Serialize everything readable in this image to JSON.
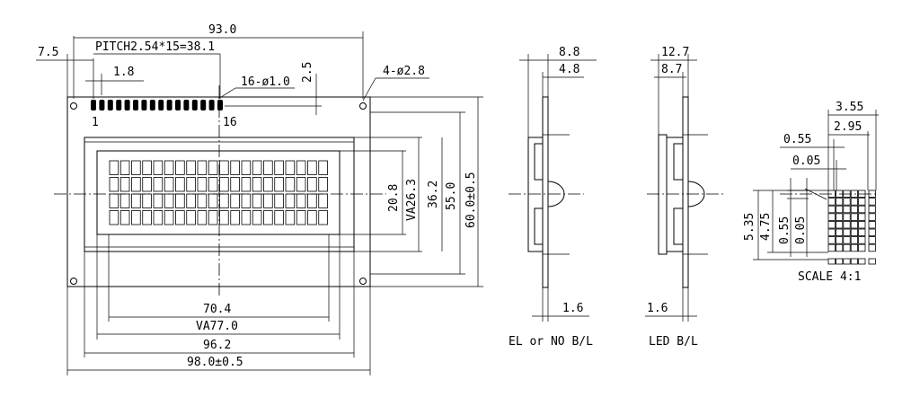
{
  "front_view": {
    "dim_top": "93.0",
    "dim_left_offset": "7.5",
    "dim_pitch": "PITCH2.54*15=38.1",
    "dim_pin_offset": "1.8",
    "dim_pin_hole": "16-ø1.0",
    "dim_pin_edge": "2.5",
    "dim_mount_hole": "4-ø2.8",
    "pin_first": "1",
    "pin_last": "16",
    "dim_char_height": "20.8",
    "dim_va_height": "VA26.3",
    "dim_bezel_height": "36.2",
    "dim_inner_height": "55.0",
    "dim_outer_height": "60.0±0.5",
    "dim_char_width": "70.4",
    "dim_va_width": "VA77.0",
    "dim_inner_width": "96.2",
    "dim_outer_width": "98.0±0.5",
    "char_cols": 20,
    "char_rows": 4
  },
  "side_el": {
    "dim_total": "8.8",
    "dim_body": "4.8",
    "dim_pcb": "1.6",
    "caption": "EL or NO B/L"
  },
  "side_led": {
    "dim_total": "12.7",
    "dim_body": "8.7",
    "dim_pcb": "1.6",
    "caption": "LED B/L"
  },
  "char_detail": {
    "dim_width": "3.55",
    "dim_dot_area": "2.95",
    "dim_dot": "0.55",
    "dim_gap": "0.05",
    "dim_height": "5.35",
    "dim_dot_height": "4.75",
    "dim_v_dot": "0.55",
    "dim_v_gap": "0.05",
    "caption": "SCALE 4:1"
  }
}
